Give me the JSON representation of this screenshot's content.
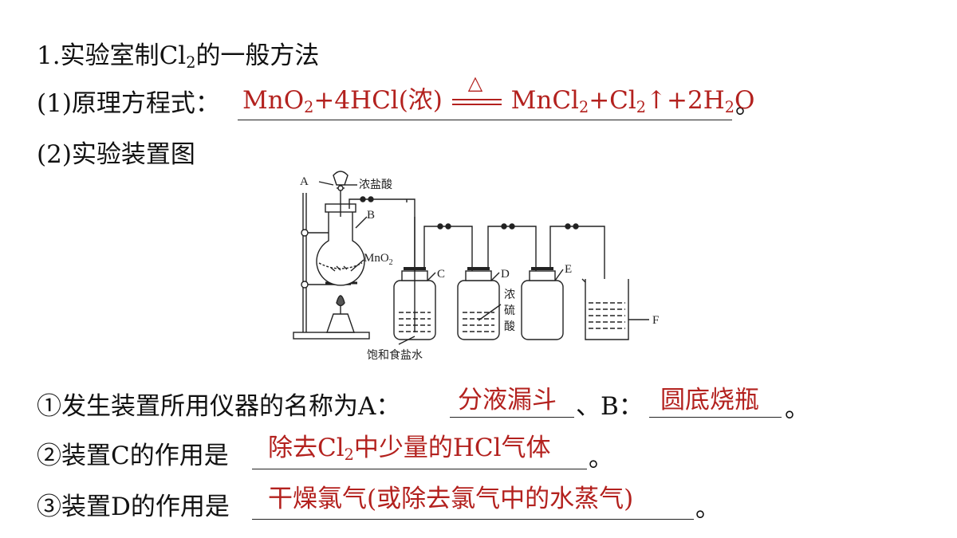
{
  "title": {
    "prefix": "1.实验室制Cl",
    "sub": "2",
    "suffix": "的一般方法"
  },
  "principle": {
    "label": "(1)原理方程式：",
    "equation": {
      "part1": "MnO",
      "sub1": "2",
      "part2": "+4HCl(浓)",
      "condition": "△",
      "part3": "MnCl",
      "sub3": "2",
      "part4": "+Cl",
      "sub4": "2",
      "part5": "↑+2H",
      "sub5": "2",
      "part6": "O"
    },
    "end": "。"
  },
  "setup_heading": "(2)实验装置图",
  "diagram": {
    "label_A": "A",
    "label_B": "B",
    "label_C": "C",
    "label_D": "D",
    "label_E": "E",
    "label_F": "F",
    "conc_hcl": "浓盐酸",
    "mno2": "MnO",
    "mno2_sub": "2",
    "conc_h2so4": [
      "浓",
      "硫",
      "酸"
    ],
    "saturated_brine": "饱和食盐水"
  },
  "q1": {
    "prefix": "①发生装置所用仪器的名称为A：",
    "answer_a": "分液漏斗",
    "mid": "、B：",
    "answer_b": "圆底烧瓶",
    "end": "。"
  },
  "q2": {
    "prefix": "②装置C的作用是",
    "answer_pre": "除去Cl",
    "answer_sub": "2",
    "answer_post": "中少量的HCl气体",
    "end": "。"
  },
  "q3": {
    "prefix": "③装置D的作用是",
    "answer": "干燥氯气(或除去氯气中的水蒸气)",
    "end": "。"
  }
}
